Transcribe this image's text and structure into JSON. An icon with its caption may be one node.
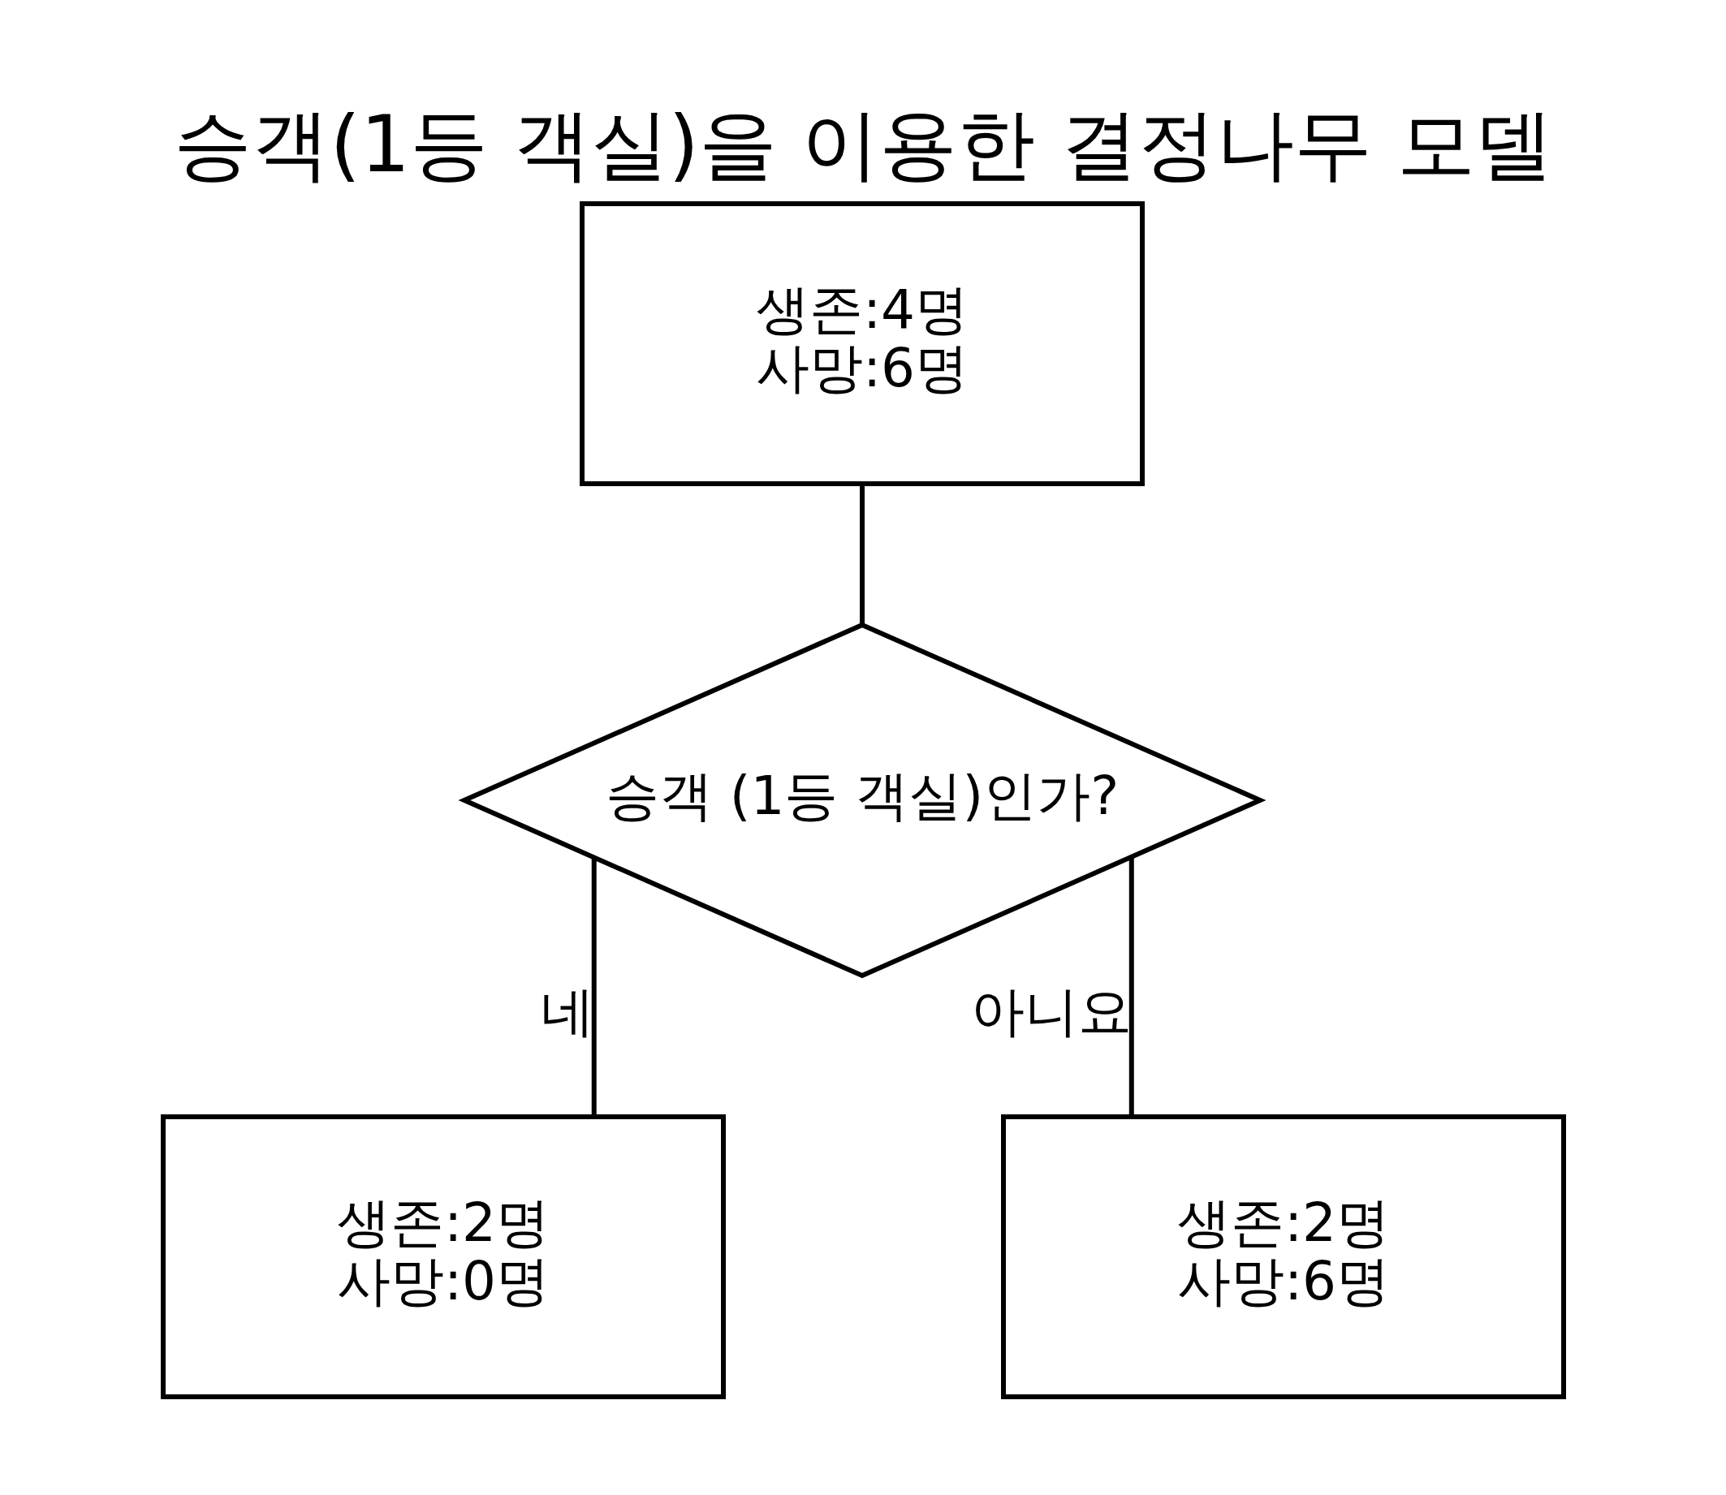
{
  "diagram": {
    "title": "승객(1등 객실)을 이용한 결정나무 모델",
    "nodes": [
      {
        "text": [
          "생존:4명",
          "사망:6명"
        ]
      },
      {
        "text": [
          "승객 (1등 객실)인가?"
        ]
      },
      {
        "text": [
          "생존:2명",
          "사망:0명"
        ]
      },
      {
        "text": [
          "생존:2명",
          "사망:6명"
        ]
      }
    ],
    "edges": [
      {
        "from": 0,
        "to": 1,
        "arrow": "none"
      },
      {
        "from": 1,
        "to": 2,
        "arrow": "none",
        "label": "네"
      },
      {
        "from": 1,
        "to": 3,
        "arrow": "none",
        "label": "아니요"
      }
    ]
  }
}
